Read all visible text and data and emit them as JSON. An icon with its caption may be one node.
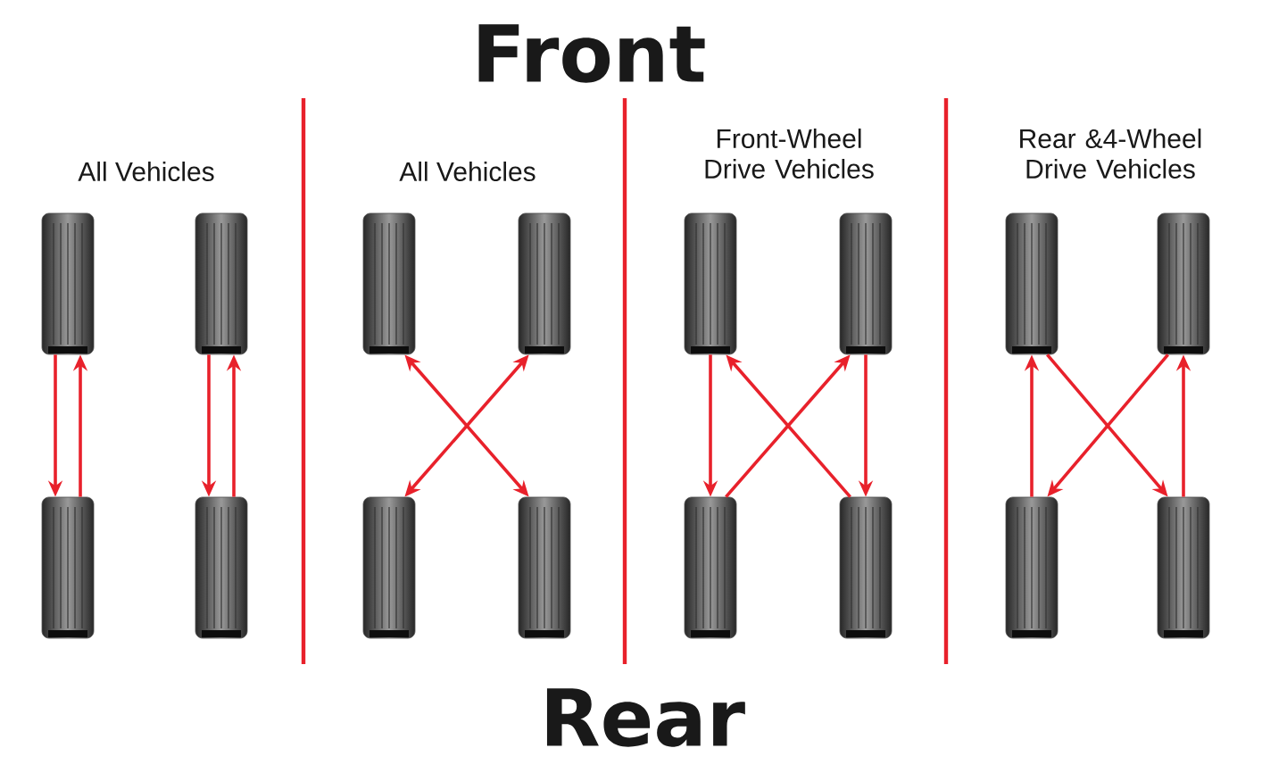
{
  "diagram": {
    "nodes": [
      {
        "text": [],
        "shape": "tire"
      },
      {
        "text": [],
        "shape": "tire"
      },
      {
        "text": [],
        "shape": "tire"
      },
      {
        "text": [],
        "shape": "tire"
      },
      {
        "text": [],
        "shape": "tire"
      },
      {
        "text": [],
        "shape": "tire"
      },
      {
        "text": [],
        "shape": "tire"
      },
      {
        "text": [],
        "shape": "tire"
      },
      {
        "text": [],
        "shape": "tire"
      },
      {
        "text": [],
        "shape": "tire"
      },
      {
        "text": [],
        "shape": "tire"
      },
      {
        "text": [],
        "shape": "tire"
      },
      {
        "text": [],
        "shape": "tire"
      },
      {
        "text": [],
        "shape": "tire"
      },
      {
        "text": [],
        "shape": "tire"
      },
      {
        "text": [],
        "shape": "tire"
      }
    ],
    "edges": [
      {
        "from": 0,
        "to": 2,
        "arrow": "to"
      },
      {
        "from": 2,
        "to": 0,
        "arrow": "to"
      },
      {
        "from": 1,
        "to": 3,
        "arrow": "to"
      },
      {
        "from": 3,
        "to": 1,
        "arrow": "to"
      },
      {
        "from": 4,
        "to": 7,
        "arrow": "both"
      },
      {
        "from": 5,
        "to": 6,
        "arrow": "both"
      },
      {
        "from": 8,
        "to": 10,
        "arrow": "to"
      },
      {
        "from": 9,
        "to": 11,
        "arrow": "to"
      },
      {
        "from": 10,
        "to": 9,
        "arrow": "to"
      },
      {
        "from": 11,
        "to": 8,
        "arrow": "to"
      },
      {
        "from": 14,
        "to": 12,
        "arrow": "to"
      },
      {
        "from": 15,
        "to": 13,
        "arrow": "to"
      },
      {
        "from": 12,
        "to": 15,
        "arrow": "to"
      },
      {
        "from": 13,
        "to": 14,
        "arrow": "to"
      }
    ],
    "labels": [
      "Front",
      "All Vehicles",
      "All Vehicles",
      "Front-Wheel Drive Vehicles",
      "Rear &4-Wheel Drive Vehicles",
      "Rear"
    ]
  }
}
